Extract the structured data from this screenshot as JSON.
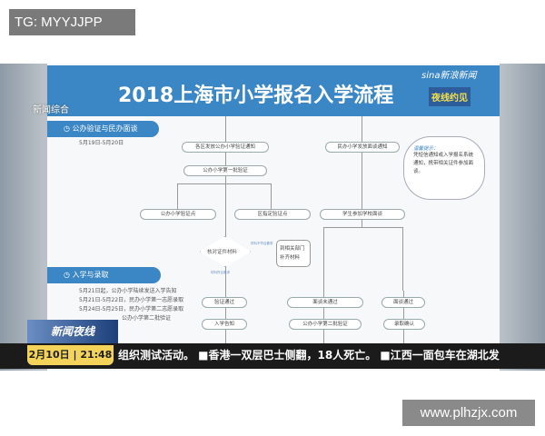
{
  "overlay_label": "TG: MYYJJPP",
  "watermark": "www.plhzjx.com",
  "poster": {
    "title": "2018上海市小学报名入学流程",
    "channel_logo": "新闻综合",
    "sina_logo": "sina新浪新闻",
    "show_logo": "夜线约见",
    "section1": {
      "label": "公办验证与民办面谈",
      "dates": "5月19日-5月20日"
    },
    "section2": {
      "label": "入学与录取",
      "lines": [
        "5月21日起，公办小学陆续发送入学告知",
        "5月21日-5月22日，民办小学第一志愿录取",
        "5月24日-5月25日，民办小学第二志愿录取",
        "公办小学第二批验证"
      ]
    },
    "nodes": {
      "n1": "各区发放公办小学验证通知",
      "n2": "民办小学发放面谈通知",
      "n3": "公办小学第一批验证",
      "n4": "公办小学验证点",
      "n5": "区指定验证点",
      "n6": "学生参加学校面谈",
      "n7": "核对证件材料",
      "n8": "到相关部门补齐材料",
      "n8_label": "材料不符合要求",
      "n7_below": "材料符合要求",
      "n9": "验证通过",
      "n10": "面谈未通过",
      "n11": "面谈通过",
      "n12": "入学告知",
      "n13": "公办小学第二批验证",
      "n14": "录取确认"
    },
    "tip": {
      "title": "温馨提示：",
      "text": "凭短信通知或入学报名系统通知，携带相关证件参加面谈。"
    }
  },
  "broadcast": {
    "show_bug": "新闻夜线",
    "date": "2月10日",
    "time": "21:48",
    "ticker": "组织测试活动。 ■香港一双层巴士侧翻，18人死亡。 ■江西一面包车在湖北发"
  }
}
